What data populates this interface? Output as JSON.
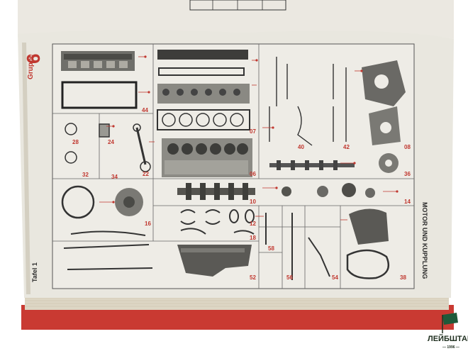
{
  "page": {
    "group_label": "Gruppe",
    "group_number": "6",
    "plate_label": "Tafel 1",
    "side_title": "MOTOR UND KUPPLUNG"
  },
  "panel_numbers": [
    "44",
    "07",
    "40",
    "42",
    "08",
    "28",
    "24",
    "32",
    "34",
    "22",
    "06",
    "36",
    "16",
    "10",
    "14",
    "18",
    "12",
    "58",
    "54",
    "52",
    "56",
    "38"
  ],
  "watermark": {
    "brand_text": "ЛЕЙБШТАНДАРТ",
    "since_text": "— 1996 —"
  },
  "colors": {
    "page": "#e9e7df",
    "cover": "#c93a32",
    "ink_red": "#c0372f",
    "background": "#ffffff"
  }
}
